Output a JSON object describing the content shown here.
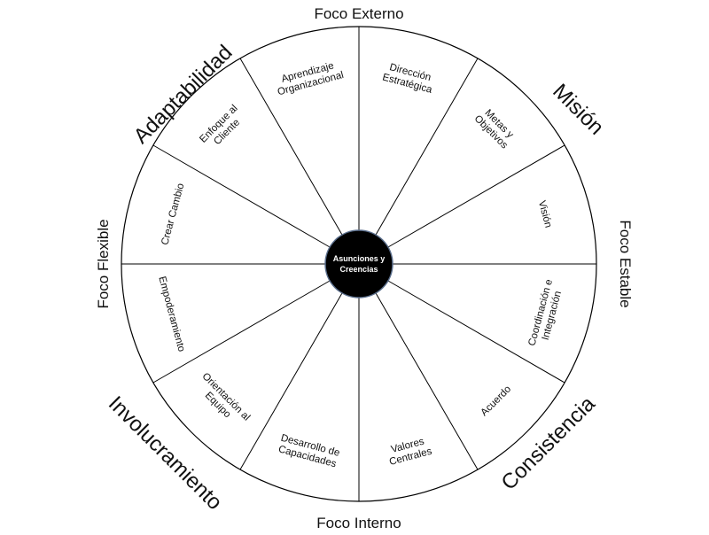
{
  "center": {
    "line1": "Asunciones y",
    "line2": "Creencias",
    "fill": "#000000",
    "text_color": "#ffffff"
  },
  "axes": {
    "top": "Foco Externo",
    "bottom": "Foco Interno",
    "left": "Foco Flexible",
    "right": "Foco Estable"
  },
  "quadrants": {
    "top_left": "Adaptabilidad",
    "top_right": "Misión",
    "bottom_right": "Consistencia",
    "bottom_left": "Involucramiento"
  },
  "segments": [
    {
      "lines": [
        "Dirección",
        "Estratégica"
      ]
    },
    {
      "lines": [
        "Metas y",
        "Objetivos"
      ]
    },
    {
      "lines": [
        "Visión"
      ]
    },
    {
      "lines": [
        "Coordinación e",
        "Integración"
      ]
    },
    {
      "lines": [
        "Acuerdo"
      ]
    },
    {
      "lines": [
        "Valores",
        "Centrales"
      ]
    },
    {
      "lines": [
        "Desarrollo de",
        "Capacidades"
      ]
    },
    {
      "lines": [
        "Orientación al",
        "Equipo"
      ]
    },
    {
      "lines": [
        "Empoderamiento"
      ]
    },
    {
      "lines": [
        "Crear Cambio"
      ]
    },
    {
      "lines": [
        "Enfoque al",
        "Cliente"
      ]
    },
    {
      "lines": [
        "Aprendizaje",
        "Organizacional"
      ]
    }
  ]
}
